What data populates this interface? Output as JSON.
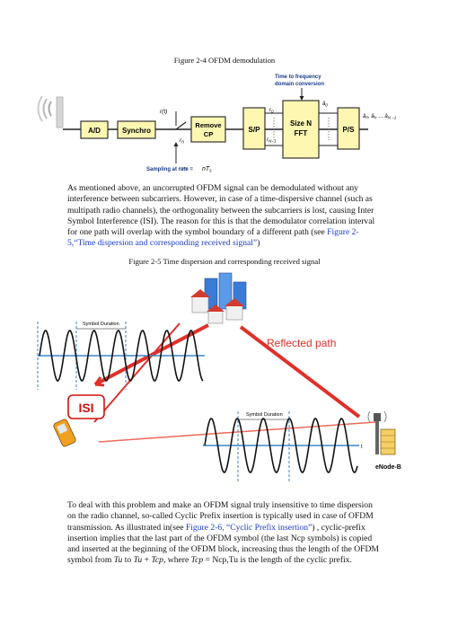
{
  "figure_2_4": {
    "caption": "Figure 2-4 OFDM demodulation",
    "blocks": {
      "ad": "A/D",
      "synchro": "Synchro",
      "remove_cp_line1": "Remove",
      "remove_cp_line2": "CP",
      "sp": "S/P",
      "fft_line1": "Size N",
      "fft_line2": "FFT",
      "ps": "P/S"
    },
    "labels": {
      "rt": "r(t)",
      "rn": "r",
      "rn_sub": "n",
      "sampling": "Sampling at rate =",
      "sampling_rate": "nT",
      "sampling_rate_sub": "s",
      "ttf_line1": "Time to frequency",
      "ttf_line2": "domain conversion",
      "r0": "r",
      "r0_sub": "0",
      "rN1": "r",
      "rN1_sub": "N−1",
      "a0hat": "â",
      "a0hat_sub": "0",
      "output": "â₀, â₁, ... â",
      "output_sub": "N −1"
    },
    "colors": {
      "block": "#fdf7b2",
      "block_border": "#333333",
      "blue_label": "#1a3c8c"
    }
  },
  "paragraph1": {
    "text": "As mentioned above, an uncorrupted OFDM signal can be demodulated without any interference between subcarriers. However, in case of a time-dispersive channel (such as multipath radio channels), the orthogonality between the subcarriers is lost, causing Inter Symbol Interference (ISI). The reason for this is that the demodulator correlation interval for one path will overlap with the symbol boundary of a different path (see",
    "link": "Figure 2-5,“Time dispersion and corresponding received signal”",
    "tail": ")"
  },
  "figure_2_5": {
    "caption": "Figure 2-5 Time dispersion and corresponding received signal",
    "symbol_duration_1": "Symbol Duration",
    "symbol_duration_2": "Symbol Duration",
    "reflected_path": "Reflected path",
    "isi": "ISI",
    "enodeb": "eNode-B",
    "axis_t": "t",
    "colors": {
      "wave": "#111111",
      "axis": "#3a86c8",
      "arrow": "#e0302a",
      "isi_text": "#d01010"
    }
  },
  "paragraph2": {
    "text1": "To deal with this problem and make an OFDM signal truly insensitive to time dispersion on the radio channel, so-called Cyclic Prefix insertion is typically used in case of OFDM transmission. As illustrated in(see",
    "link": "Figure 2-6, “Cyclic Prefix insertion”",
    "text2": ") , cyclic-prefix insertion implies that the last part of the OFDM symbol (the last Ncp symbols) is copied and inserted at the beginning of the OFDM block, increasing thus the length of the OFDM symbol from",
    "tu1": "Tu",
    "to": "to",
    "tu2": "Tu",
    "plus": "+",
    "tcp1": "Tcp",
    "where": ", where",
    "tcp2": "Tcp",
    "eq": "=",
    "ncp": "Ncp,Tu is the length of the cyclic prefix."
  }
}
